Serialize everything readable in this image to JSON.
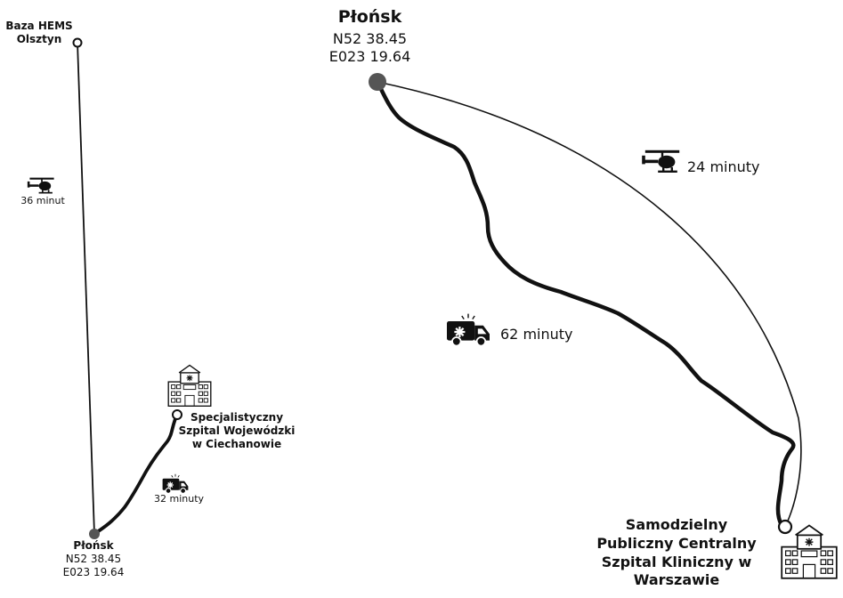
{
  "left_map": {
    "base": {
      "line1": "Baza HEMS",
      "line2": "Olsztyn"
    },
    "heli_time": "36 minut",
    "ambulance_time": "32 minuty",
    "hospital": {
      "line1": "Specjalistyczny",
      "line2": "Szpital Wojewódzki",
      "line3": "w Ciechanowie"
    },
    "origin": {
      "name": "Płońsk",
      "lat": "N52 38.45",
      "lon": "E023 19.64"
    }
  },
  "right_map": {
    "origin": {
      "name": "Płońsk",
      "lat": "N52 38.45",
      "lon": "E023 19.64"
    },
    "heli_time": "24 minuty",
    "ambulance_time": "62 minuty",
    "hospital": {
      "line1": "Samodzielny",
      "line2": "Publiczny Centralny",
      "line3": "Szpital Kliniczny w",
      "line4": "Warszawie"
    }
  },
  "icons": [
    "helicopter-icon",
    "ambulance-icon",
    "hospital-icon"
  ]
}
